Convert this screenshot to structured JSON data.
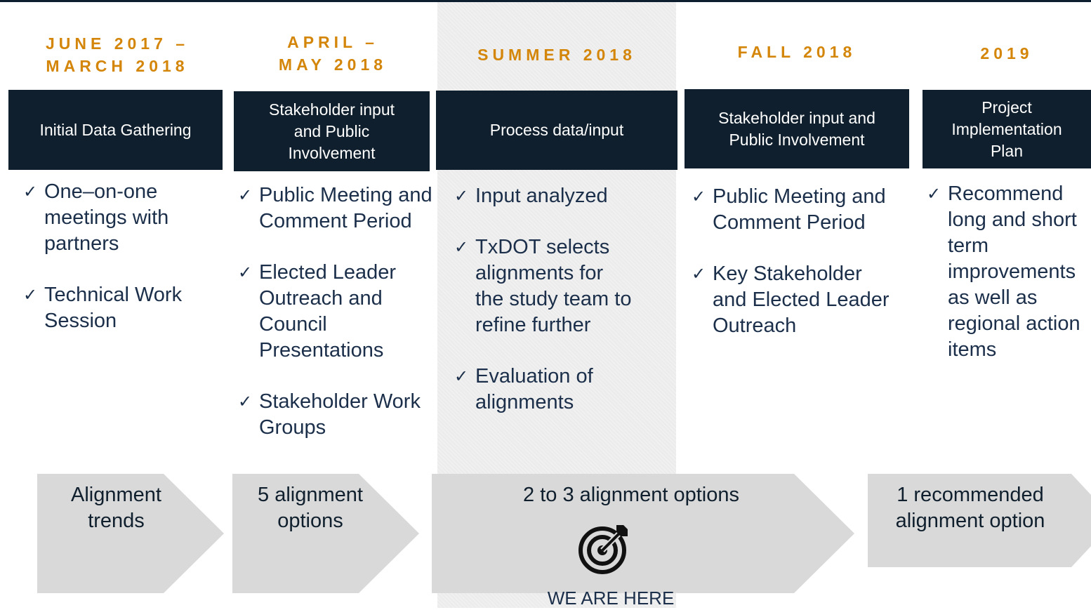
{
  "periods": [
    {
      "line1": "JUNE 2017 –",
      "line2": "MARCH 2018"
    },
    {
      "line1": "APRIL –",
      "line2": "MAY 2018"
    },
    {
      "line1": "SUMMER 2018"
    },
    {
      "line1": "FALL 2018"
    },
    {
      "line1": "2019"
    }
  ],
  "phases": [
    {
      "label": "Initial Data Gathering"
    },
    {
      "line1": "Stakeholder input",
      "line2": "and Public",
      "line3": "Involvement"
    },
    {
      "label": "Process data/input"
    },
    {
      "line1": "Stakeholder input and",
      "line2": "Public Involvement"
    },
    {
      "line1": "Project",
      "line2": "Implementation",
      "line3": "Plan"
    }
  ],
  "check_symbol": "✓",
  "columns": [
    {
      "items": [
        "One–on-one meetings with partners",
        "Technical Work Session"
      ]
    },
    {
      "items": [
        "Public Meeting and Comment Period",
        "Elected Leader Outreach and Council Presentations",
        "Stakeholder Work Groups"
      ]
    },
    {
      "items": [
        "Input analyzed",
        "TxDOT selects alignments for the study team to  refine further",
        "Evaluation of alignments"
      ]
    },
    {
      "items": [
        "Public Meeting and Comment Period",
        "Key Stakeholder and Elected Leader Outreach"
      ]
    },
    {
      "items": [
        "Recommend long and short term improvements as well as regional action items"
      ]
    }
  ],
  "outcomes": [
    {
      "line1": "Alignment",
      "line2": "trends"
    },
    {
      "line1": "5 alignment",
      "line2": "options"
    },
    {
      "line1": "2 to 3 alignment options"
    },
    {
      "line1": "1 recommended",
      "line2": "alignment option"
    }
  ],
  "current_marker": {
    "label": "WE ARE HERE",
    "icon": "target-icon"
  },
  "colors": {
    "accent": "#d4860b",
    "phase_bg": "#0f1f2d",
    "text": "#1b2f4a",
    "arrow": "#d9d9d9",
    "highlight": "#ececec"
  }
}
